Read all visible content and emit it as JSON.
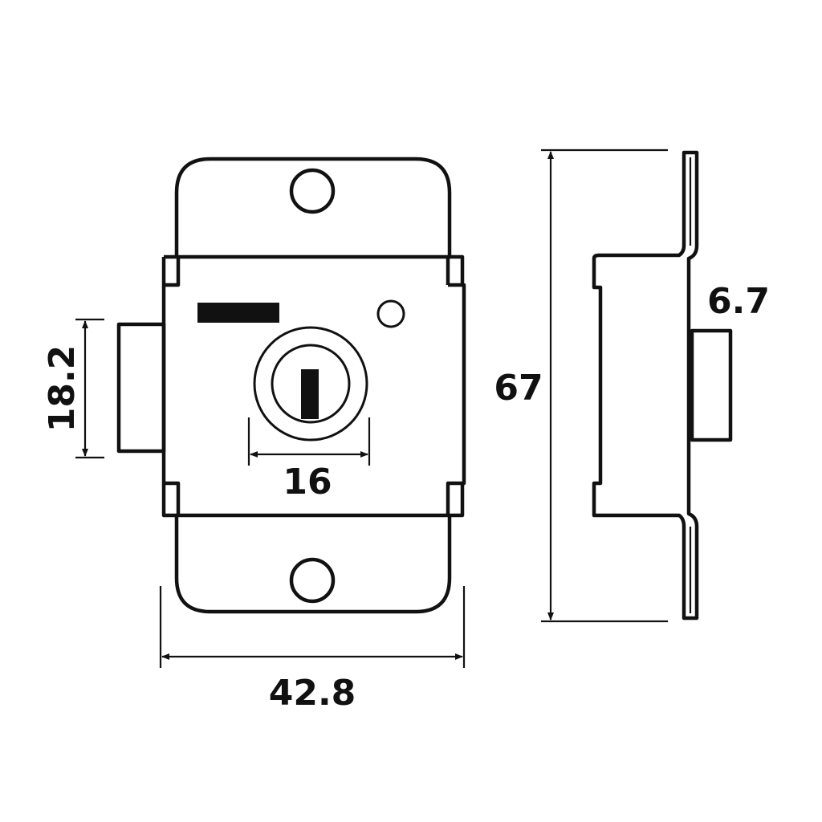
{
  "dimensions": {
    "bolt_height": "18.2",
    "keyhole_diameter": "16",
    "body_width": "42.8",
    "total_height": "67",
    "bolt_projection": "6.7"
  },
  "colors": {
    "line": "#111111",
    "background": "#ffffff"
  }
}
